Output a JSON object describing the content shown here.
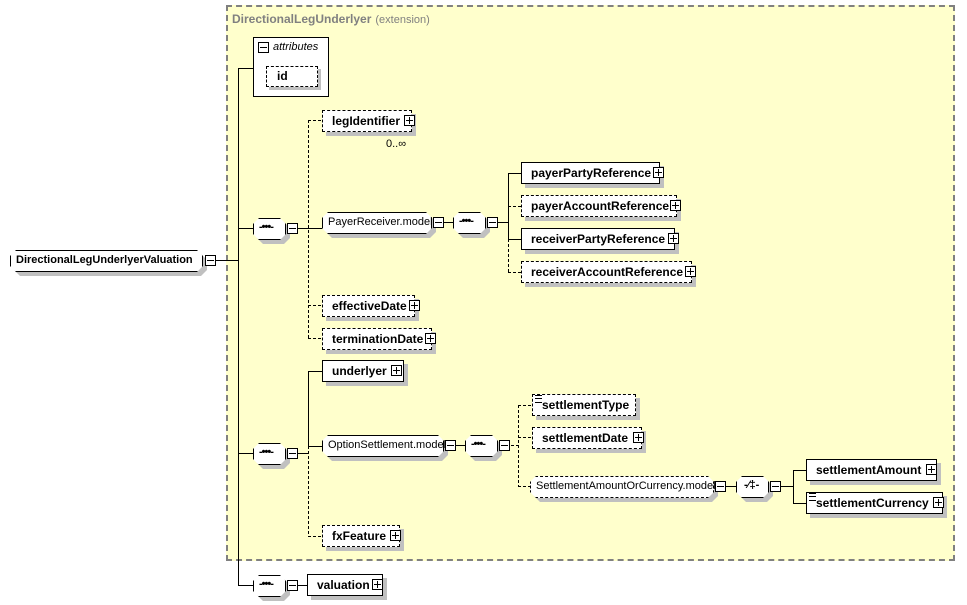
{
  "root": {
    "label": "DirectionalLegUnderlyerValuation"
  },
  "extension": {
    "base": "DirectionalLegUnderlyer",
    "kind": "(extension)"
  },
  "attributes": {
    "label": "attributes",
    "items": [
      "id"
    ]
  },
  "seq1": {
    "children": [
      {
        "label": "legIdentifier",
        "optional": true,
        "occurs": "0..∞"
      },
      {
        "label": "PayerReceiver.model",
        "group": true
      },
      {
        "label": "effectiveDate",
        "optional": true
      },
      {
        "label": "terminationDate",
        "optional": true
      }
    ]
  },
  "payerReceiver": {
    "children": [
      {
        "label": "payerPartyReference",
        "optional": false
      },
      {
        "label": "payerAccountReference",
        "optional": true
      },
      {
        "label": "receiverPartyReference",
        "optional": false
      },
      {
        "label": "receiverAccountReference",
        "optional": true
      }
    ]
  },
  "seq2": {
    "children": [
      {
        "label": "underlyer",
        "optional": false
      },
      {
        "label": "OptionSettlement.model",
        "group": true
      },
      {
        "label": "fxFeature",
        "optional": true
      }
    ]
  },
  "optionSettlement": {
    "children": [
      {
        "label": "settlementType",
        "optional": true
      },
      {
        "label": "settlementDate",
        "optional": true
      },
      {
        "label": "SettlementAmountOrCurrency.model",
        "group": true,
        "optional": true
      }
    ]
  },
  "choice": {
    "children": [
      {
        "label": "settlementAmount"
      },
      {
        "label": "settlementCurrency"
      }
    ]
  },
  "seq3": {
    "children": [
      {
        "label": "valuation"
      }
    ]
  },
  "colors": {
    "extension_bg": "#ffffcc",
    "extension_border": "#808080",
    "shadow": "#c0c0c0"
  }
}
